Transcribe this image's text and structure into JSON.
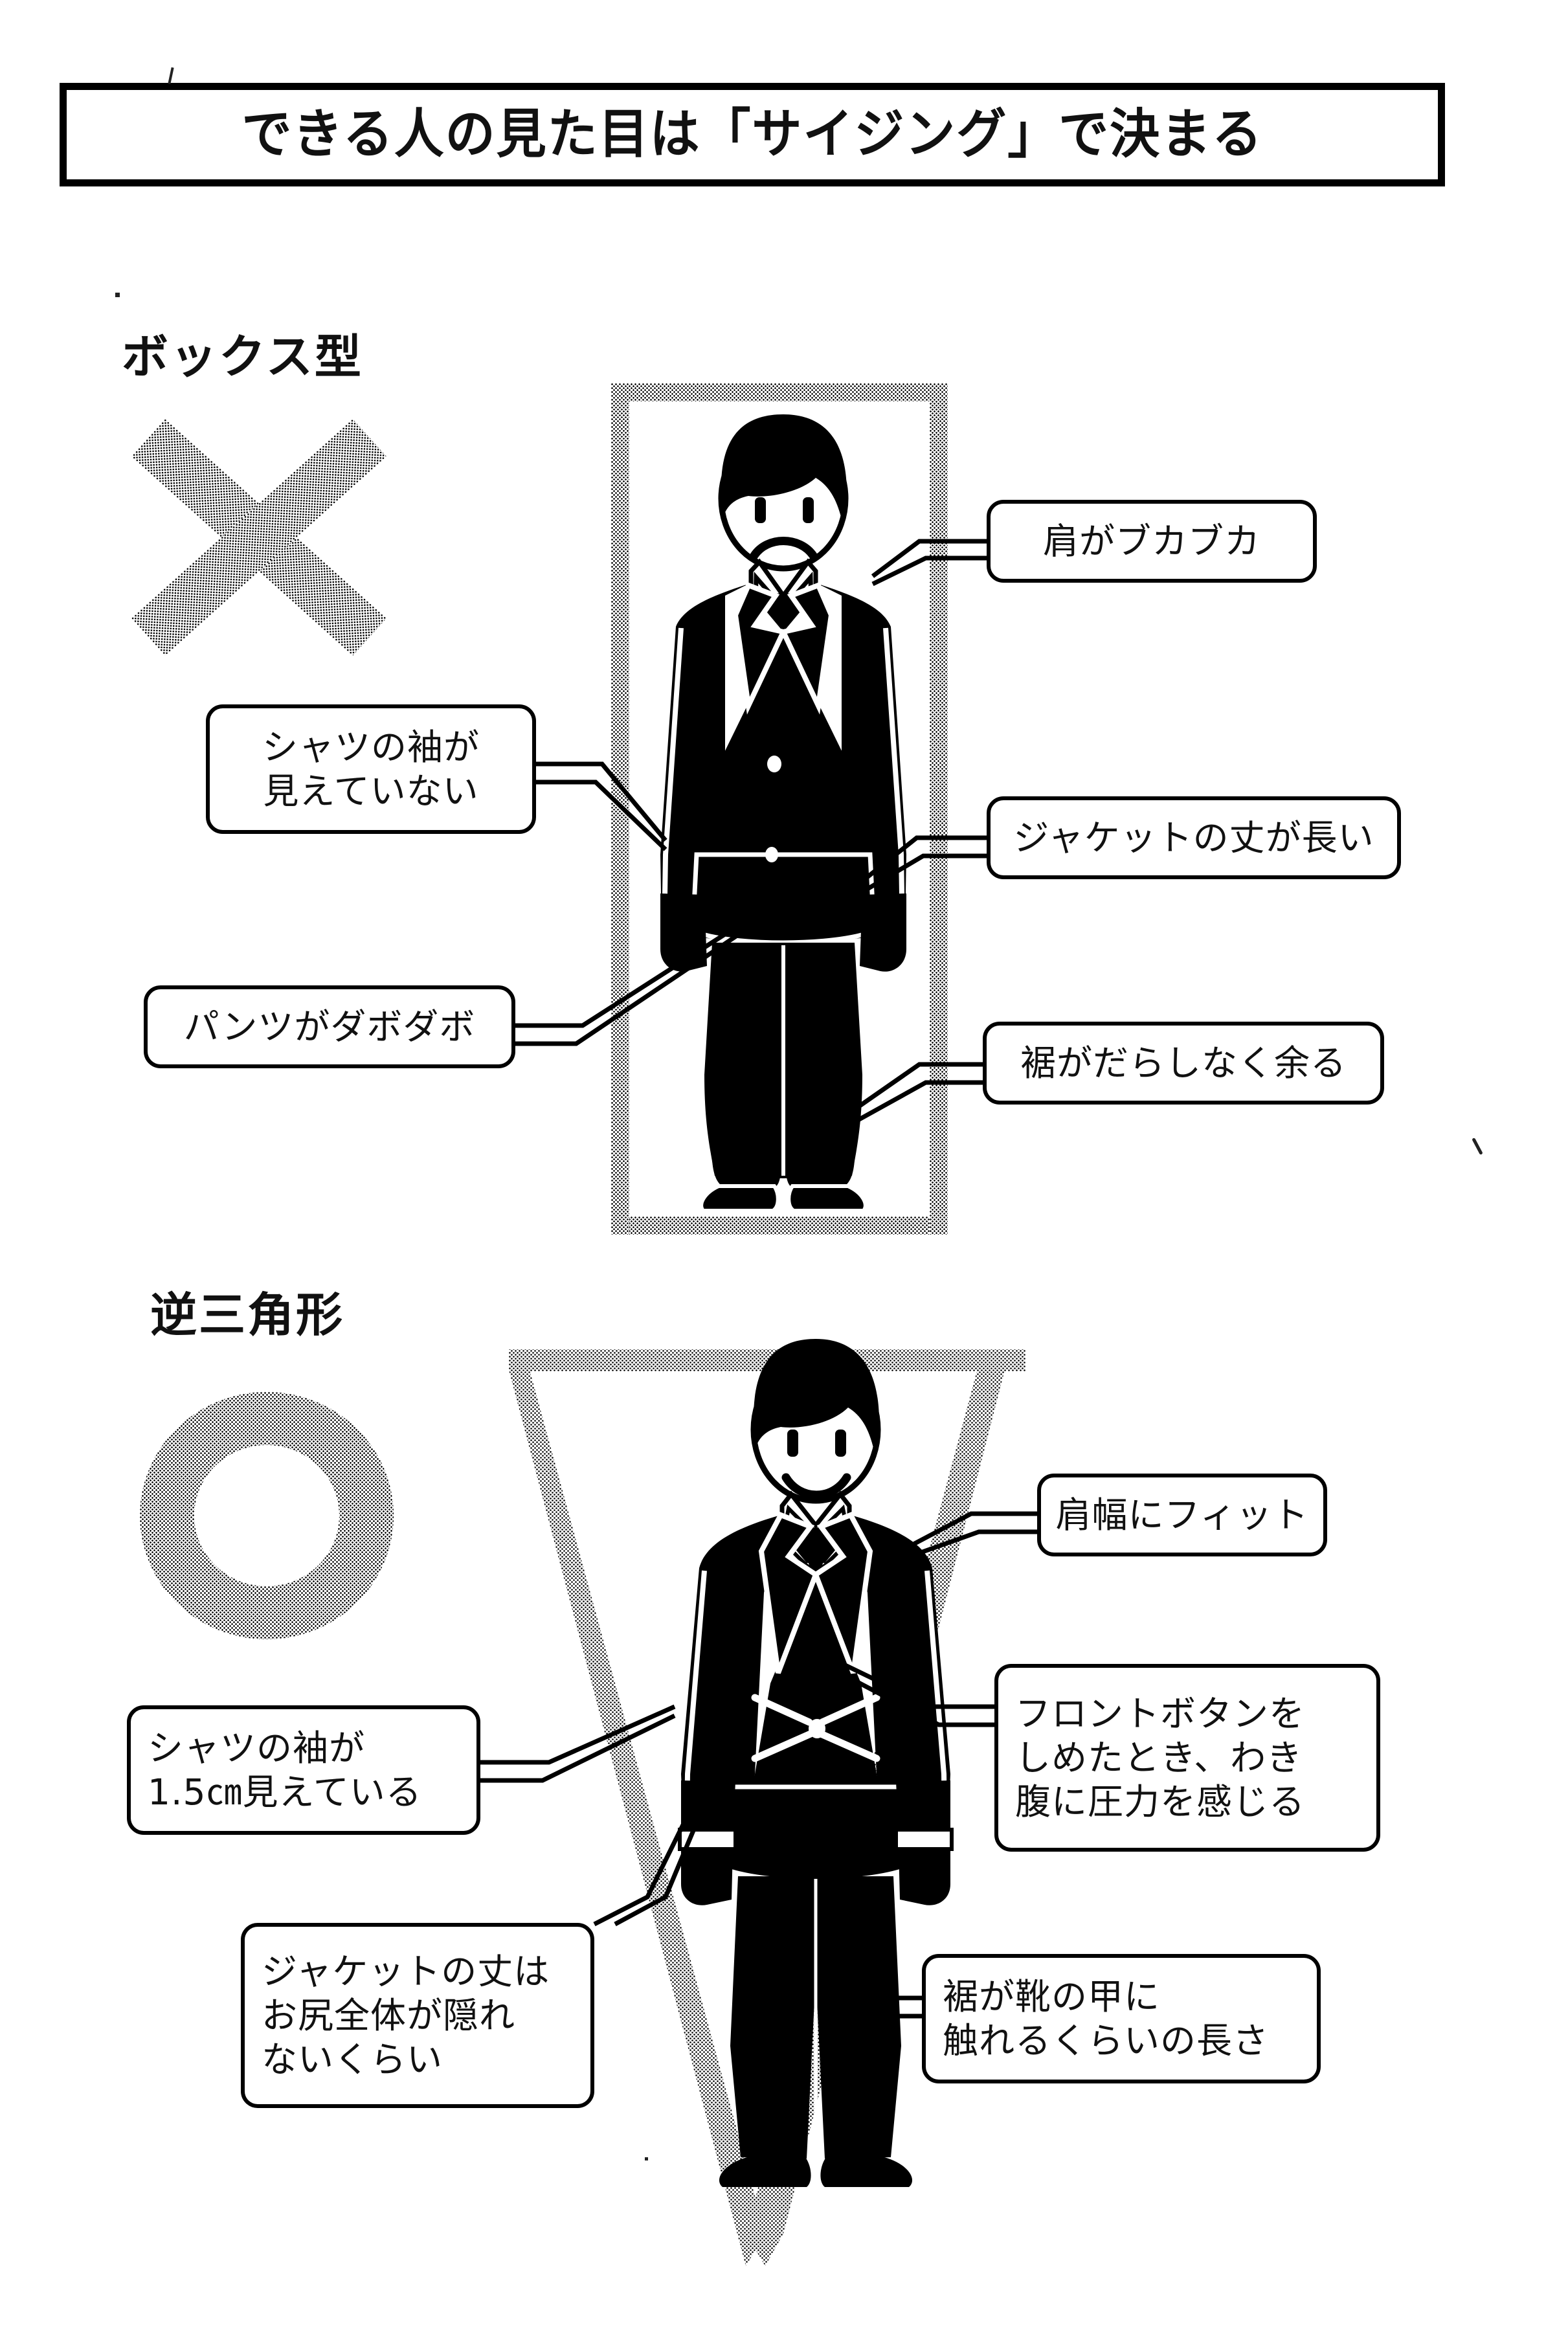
{
  "title": "できる人の見た目は「サイジング」で決まる",
  "sections": [
    {
      "id": "box",
      "heading": "ボックス型",
      "mark": "x-mark",
      "verdict": "bad",
      "figure": "frowning-man-oversized-suit",
      "frame_shape": "rectangle",
      "callouts": [
        {
          "name": "shoulder-loose",
          "lines": [
            "肩がブカブカ"
          ]
        },
        {
          "name": "sleeve-hidden",
          "lines": [
            "シャツの袖が",
            "見えていない"
          ]
        },
        {
          "name": "jacket-long",
          "lines": [
            "ジャケットの丈が長い"
          ]
        },
        {
          "name": "pants-baggy",
          "lines": [
            "パンツがダボダボ"
          ]
        },
        {
          "name": "hem-sloppy",
          "lines": [
            "裾がだらしなく余る"
          ]
        }
      ]
    },
    {
      "id": "triangle",
      "heading": "逆三角形",
      "mark": "o-mark",
      "verdict": "good",
      "figure": "smiling-man-fitted-suit",
      "frame_shape": "inverted-triangle",
      "callouts": [
        {
          "name": "shoulder-fit",
          "lines": [
            "肩幅にフィット"
          ]
        },
        {
          "name": "front-button",
          "lines": [
            "フロントボタンを",
            "しめたとき、わき",
            "腹に圧力を感じる"
          ]
        },
        {
          "name": "sleeve-15",
          "lines": [
            "シャツの袖が",
            "1.5㎝見えている"
          ]
        },
        {
          "name": "jacket-hip",
          "lines": [
            "ジャケットの丈は",
            "お尻全体が隠れ",
            "ないくらい"
          ]
        },
        {
          "name": "hem-shoe",
          "lines": [
            "裾が靴の甲に",
            "触れるくらいの長さ"
          ]
        }
      ]
    }
  ],
  "colors": {
    "ink": "#000000",
    "paper": "#ffffff",
    "halftone_gray": "#808080"
  }
}
